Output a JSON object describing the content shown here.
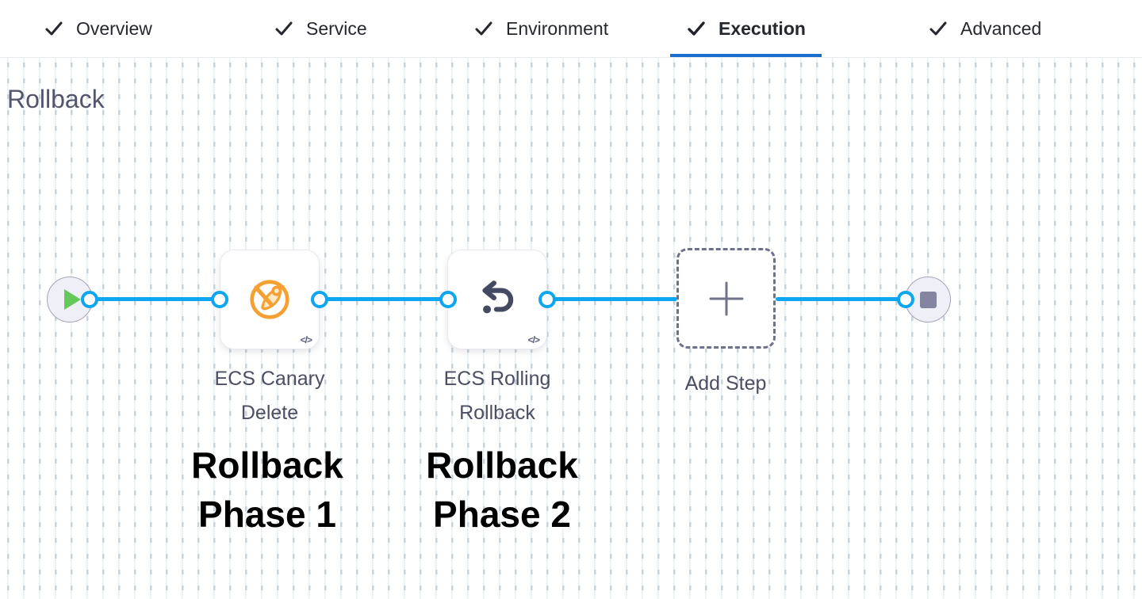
{
  "tabs": [
    {
      "label": "Overview",
      "checked": true,
      "active": false
    },
    {
      "label": "Service",
      "checked": true,
      "active": false
    },
    {
      "label": "Environment",
      "checked": true,
      "active": false
    },
    {
      "label": "Execution",
      "checked": true,
      "active": true
    },
    {
      "label": "Advanced",
      "checked": true,
      "active": false
    }
  ],
  "section": {
    "title": "Rollback"
  },
  "pipeline": {
    "start_node": {
      "icon": "play-icon"
    },
    "end_node": {
      "icon": "stop-icon"
    },
    "steps": [
      {
        "name": "ECS Canary Delete",
        "icon": "canary-delete-icon",
        "code_badge": "</>",
        "annotation": "Rollback Phase 1"
      },
      {
        "name": "ECS Rolling Rollback",
        "icon": "rolling-rollback-icon",
        "code_badge": "</>",
        "annotation": "Rollback Phase 2"
      }
    ],
    "add_step": {
      "label": "Add Step",
      "icon": "plus-icon"
    }
  },
  "colors": {
    "connector_blue": "#0EA6F1",
    "tab_underline_blue": "#1A6FCE",
    "play_green": "#64C85A",
    "canary_orange": "#F5A033",
    "rollback_slate": "#454A63",
    "node_fill": "#EFEFF8",
    "label_slate": "#4C4E63"
  }
}
